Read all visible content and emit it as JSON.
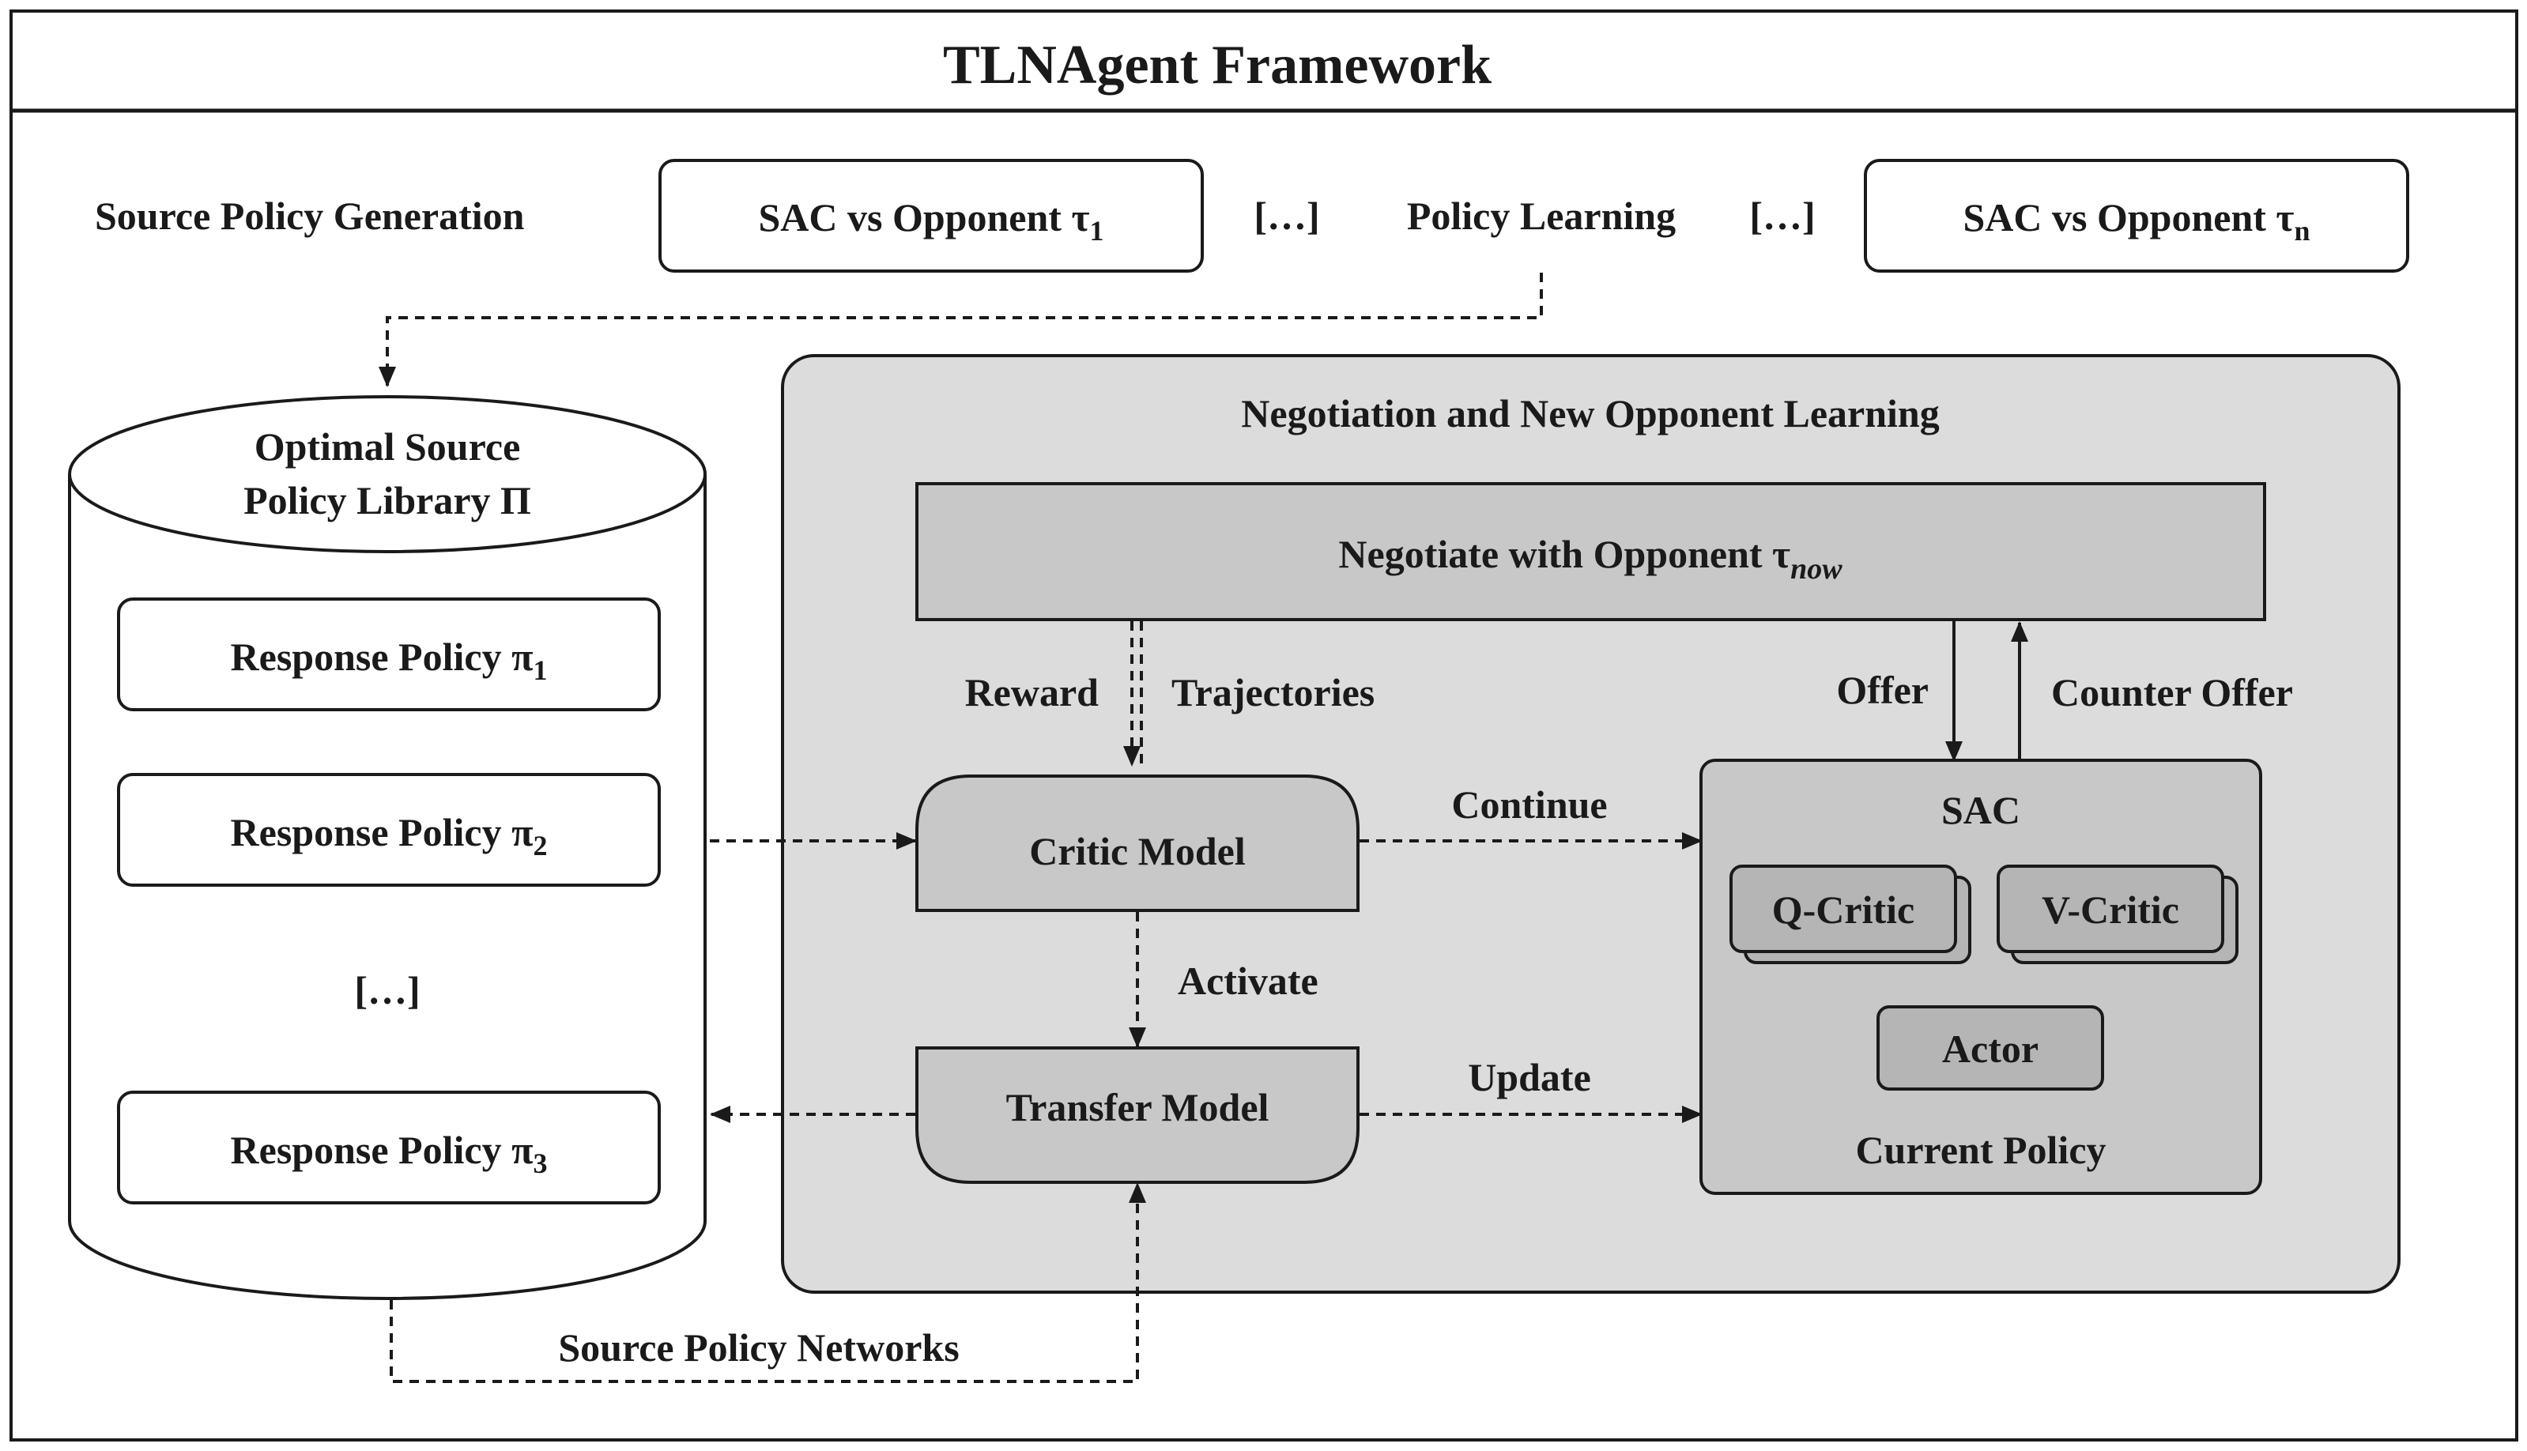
{
  "title": "TLNAgent Framework",
  "source_generation": {
    "label": "Source Policy Generation",
    "box_first": "SAC vs Opponent τ",
    "box_first_sub": "1",
    "ellipsis_left": "[…]",
    "policy_learning": "Policy Learning",
    "ellipsis_right": "[…]",
    "box_last": "SAC vs Opponent τ",
    "box_last_sub": "n"
  },
  "library": {
    "title_line1": "Optimal Source",
    "title_line2": "Policy Library Π",
    "policies": [
      {
        "label": "Response Policy π",
        "sub": "1"
      },
      {
        "label": "Response Policy π",
        "sub": "2"
      },
      {
        "label": "Response Policy π",
        "sub": "3"
      }
    ],
    "ellipsis": "[…]"
  },
  "negotiation": {
    "title": "Negotiation and New Opponent Learning",
    "negotiate_label": "Negotiate with Opponent τ",
    "negotiate_sub": "now",
    "reward": "Reward",
    "trajectories": "Trajectories",
    "offer": "Offer",
    "counter_offer": "Counter Offer",
    "critic_model": "Critic Model",
    "continue": "Continue",
    "activate": "Activate",
    "transfer_model": "Transfer Model",
    "update": "Update",
    "sac": {
      "title": "SAC",
      "q_critic": "Q-Critic",
      "v_critic": "V-Critic",
      "actor": "Actor",
      "footer": "Current Policy"
    }
  },
  "source_networks": "Source Policy Networks",
  "colors": {
    "panel_fill": "#dcdcdc",
    "box_fill": "#c8c8c8",
    "inner_fill": "#b5b5b5",
    "stroke": "#1a1a1a"
  }
}
